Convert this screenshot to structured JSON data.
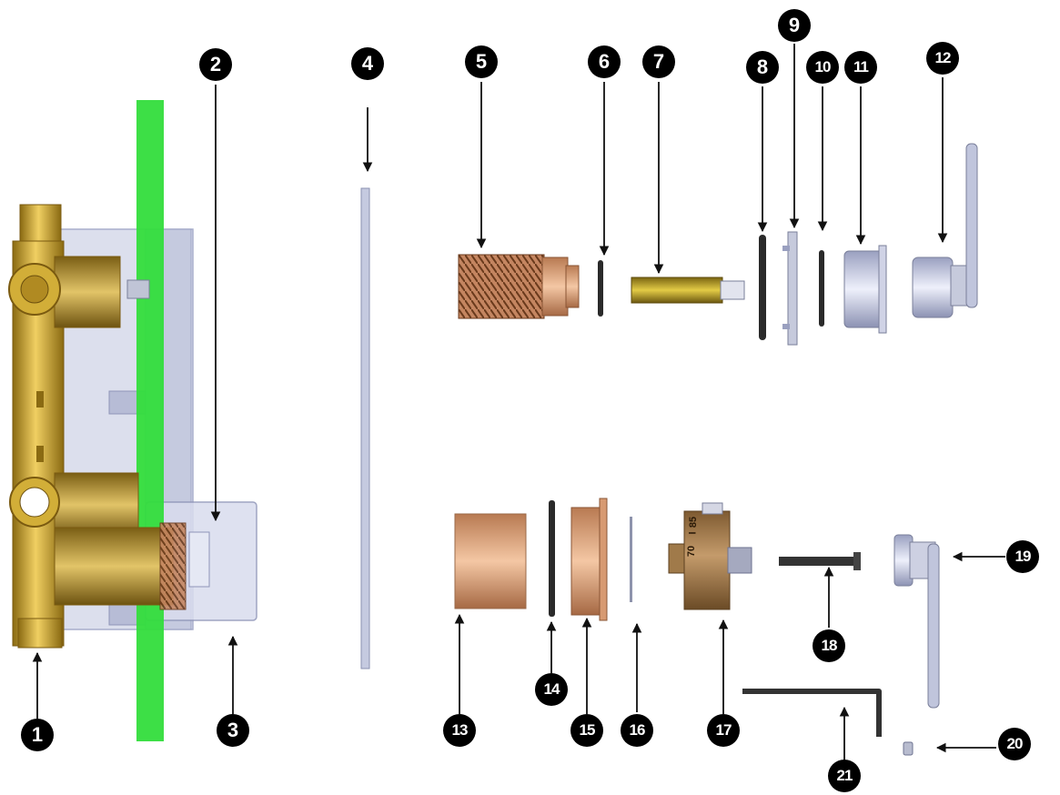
{
  "callouts": [
    {
      "id": "1",
      "label": "1"
    },
    {
      "id": "2",
      "label": "2"
    },
    {
      "id": "3",
      "label": "3"
    },
    {
      "id": "4",
      "label": "4"
    },
    {
      "id": "5",
      "label": "5"
    },
    {
      "id": "6",
      "label": "6"
    },
    {
      "id": "7",
      "label": "7"
    },
    {
      "id": "8",
      "label": "8"
    },
    {
      "id": "9",
      "label": "9"
    },
    {
      "id": "10",
      "label": "10"
    },
    {
      "id": "11",
      "label": "11"
    },
    {
      "id": "12",
      "label": "12"
    },
    {
      "id": "13",
      "label": "13"
    },
    {
      "id": "14",
      "label": "14"
    },
    {
      "id": "15",
      "label": "15"
    },
    {
      "id": "16",
      "label": "16"
    },
    {
      "id": "17",
      "label": "17"
    },
    {
      "id": "18",
      "label": "18"
    },
    {
      "id": "19",
      "label": "19"
    },
    {
      "id": "20",
      "label": "20"
    },
    {
      "id": "21",
      "label": "21"
    }
  ],
  "cartridge_scale_text": [
    "70",
    "I",
    "85"
  ],
  "colors": {
    "brass": "#c9a227",
    "bronze": "#c9855c",
    "green_tape": "#2fd93a",
    "clear_box": "#c7cde0",
    "chrome": "#b6bcd6",
    "rubber": "#222222"
  }
}
